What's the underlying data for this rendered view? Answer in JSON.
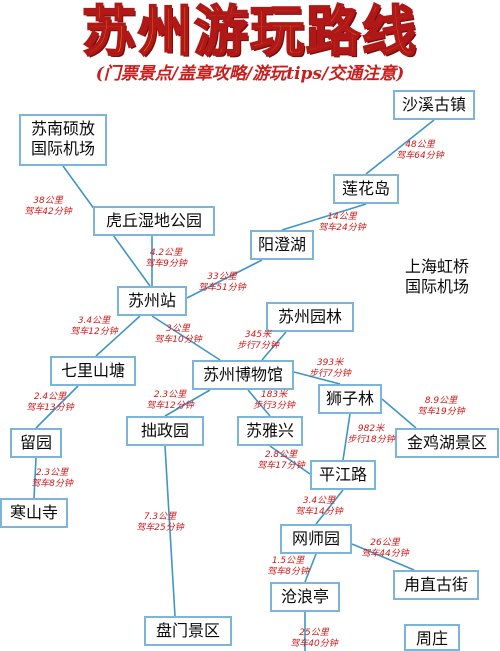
{
  "title": "苏州游玩路线",
  "subtitle": "(门票景点/盖章攻略/游玩tips/交通注意)",
  "nodes": {
    "shaxi": "沙溪古镇",
    "airport": "苏南硕放\n国际机场",
    "lianhua": "莲花岛",
    "huqiu": "虎丘湿地公园",
    "yangcheng": "阳澄湖",
    "hongqiao": "上海虹桥\n国际机场",
    "station": "苏州站",
    "yuanlin": "苏州园林",
    "qili": "七里山塘",
    "museum": "苏州博物馆",
    "shizi": "狮子林",
    "liuyuan": "留园",
    "zhuozheng": "拙政园",
    "suyaxing": "苏雅兴",
    "jinji": "金鸡湖景区",
    "pingjiang": "平江路",
    "hanshan": "寒山寺",
    "wangshi": "网师园",
    "luzhi": "甪直古街",
    "canglang": "沧浪亭",
    "panmen": "盘门景区",
    "zhouzhuang": "周庄"
  },
  "routes": {
    "shaxi_lianhua": {
      "d": "48公里",
      "t": "驾车64分钟"
    },
    "airport_station": {
      "d": "38公里",
      "t": "驾车42分钟"
    },
    "lianhua_yang": {
      "d": "14公里",
      "t": "驾车24分钟"
    },
    "huqiu_station": {
      "d": "4.2公里",
      "t": "驾车9分钟"
    },
    "yang_station": {
      "d": "33公里",
      "t": "驾车51分钟"
    },
    "station_qili": {
      "d": "3.4公里",
      "t": "驾车12分钟"
    },
    "station_museum": {
      "d": "3公里",
      "t": "驾车10分钟"
    },
    "yuanlin_museum": {
      "d": "345米",
      "t": "步行7分钟"
    },
    "museum_shizi": {
      "d": "393米",
      "t": "步行7分钟"
    },
    "qili_liuyuan": {
      "d": "2.4公里",
      "t": "驾车13分钟"
    },
    "museum_zhuo": {
      "d": "2.3公里",
      "t": "驾车12分钟"
    },
    "museum_suya": {
      "d": "183米",
      "t": "步行3分钟"
    },
    "shizi_jinji": {
      "d": "8.9公里",
      "t": "驾车19分钟"
    },
    "shizi_ping": {
      "d": "982米",
      "t": "步行18分钟"
    },
    "suya_ping": {
      "d": "2.8公里",
      "t": "驾车17分钟"
    },
    "liu_hanshan": {
      "d": "2.3公里",
      "t": "驾车8分钟"
    },
    "zhuo_panmen": {
      "d": "7.3公里",
      "t": "驾车25分钟"
    },
    "ping_wangshi": {
      "d": "3.4公里",
      "t": "驾车14分钟"
    },
    "wang_luzhi": {
      "d": "26公里",
      "t": "驾车44分钟"
    },
    "wang_cang": {
      "d": "1.5公里",
      "t": "驾车8分钟"
    },
    "cang_zhou": {
      "d": "25公里",
      "t": "驾车40分钟"
    }
  },
  "colors": {
    "line": "#3f95c4",
    "box_border": "#7bb6d8",
    "label": "#d11a1a",
    "title": "#f08a12"
  }
}
